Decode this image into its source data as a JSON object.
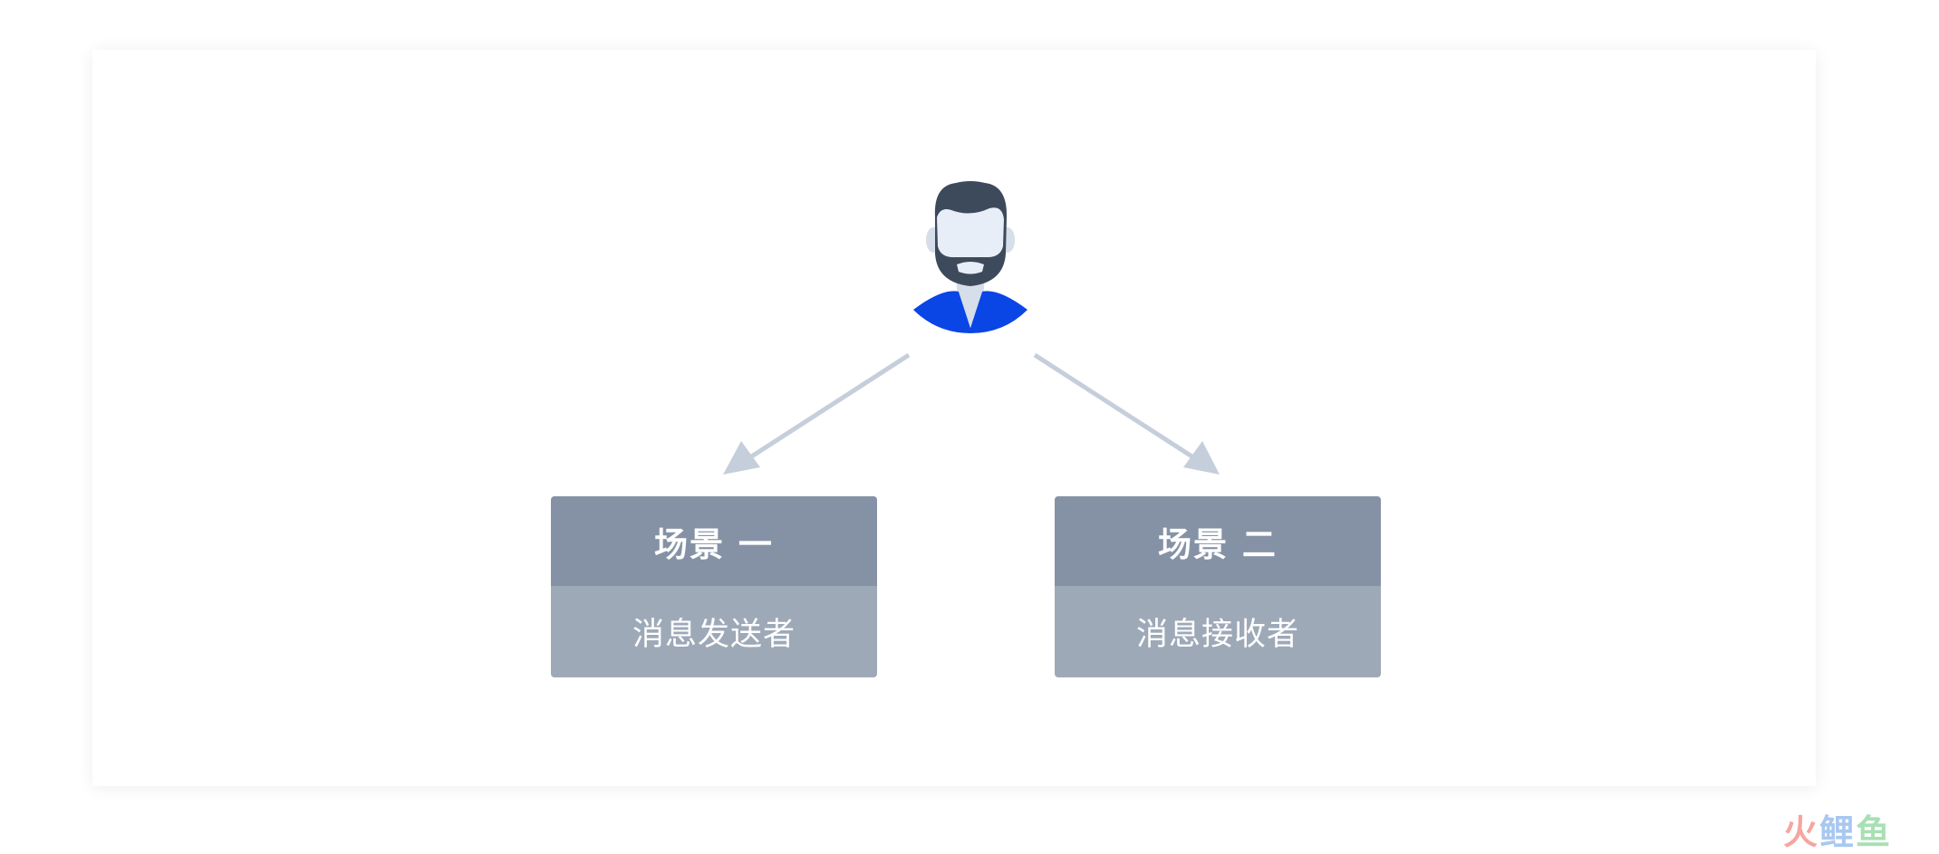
{
  "diagram": {
    "scenario_one": {
      "title": "场景 一",
      "role": "消息发送者"
    },
    "scenario_two": {
      "title": "场景 二",
      "role": "消息接收者"
    }
  },
  "watermark": {
    "chars": [
      "火",
      "鲤",
      "鱼"
    ],
    "colors": [
      "#f6a5a0",
      "#a9c8f0",
      "#a8e0b4"
    ]
  },
  "colors": {
    "header": "#8592a6",
    "body": "#9ea9b8",
    "arrow": "#c5cfdb",
    "shirt": "#0a45e6",
    "hair": "#3d4a5c",
    "face": "#e8eef7"
  },
  "icons": [
    "user-avatar-icon"
  ]
}
